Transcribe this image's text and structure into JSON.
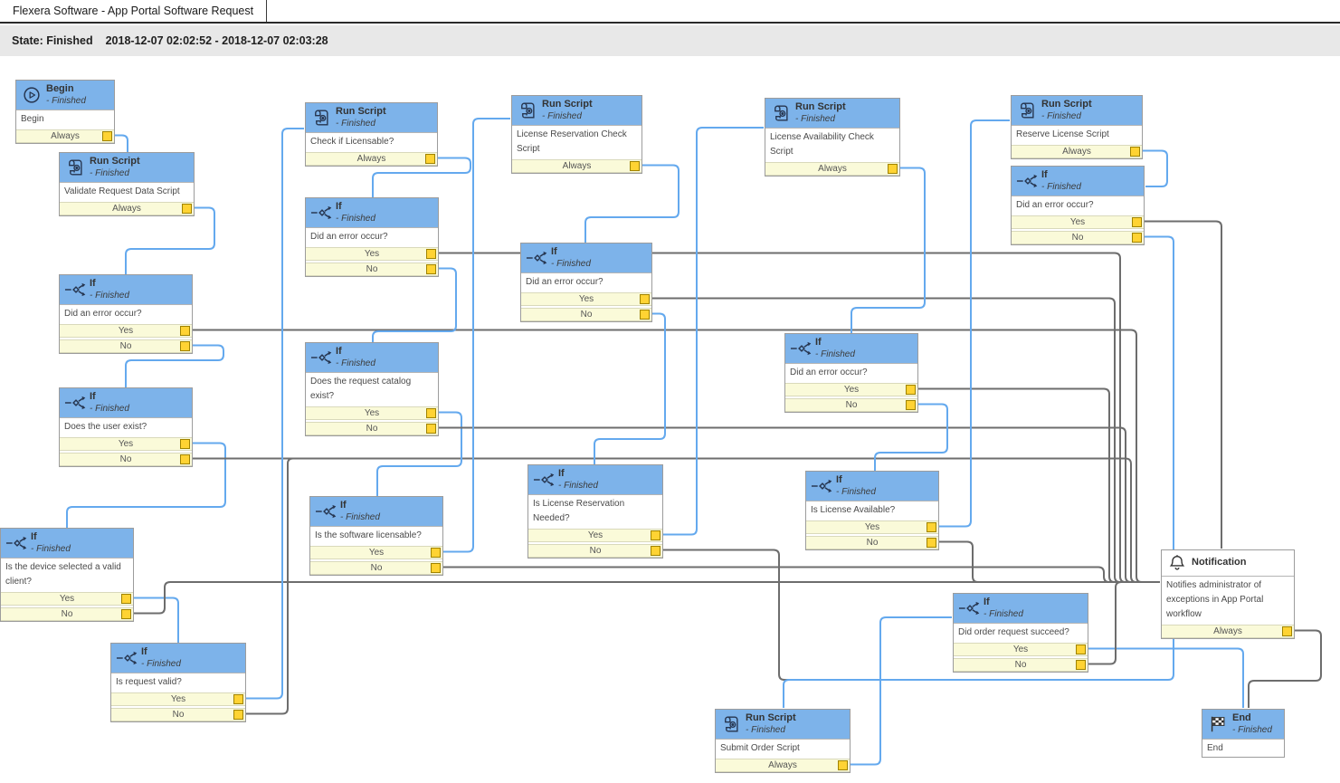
{
  "window": {
    "tab_title": "Flexera Software - App Portal Software Request",
    "state_label": "State: Finished",
    "time_range": "2018-12-07 02:02:52 - 2018-12-07 02:03:28"
  },
  "colors": {
    "executed_line": "#64a9ee",
    "skipped_line": "#6d6d6d",
    "node_header": "#7db3ea",
    "row_bg": "#fafad9",
    "port_fill": "#ffd333",
    "port_border": "#a08300"
  },
  "nodes": [
    {
      "id": "begin",
      "type": "begin",
      "icon": "play-circle-icon",
      "title": "Begin",
      "status": "- Finished",
      "body": "Begin",
      "outputs": [
        "Always"
      ]
    },
    {
      "id": "run-validate",
      "type": "script",
      "icon": "run-script-icon",
      "title": "Run Script",
      "status": "- Finished",
      "body": "Validate Request Data Script",
      "outputs": [
        "Always"
      ]
    },
    {
      "id": "if-error-1",
      "type": "if",
      "icon": "if-branch-icon",
      "title": "If",
      "status": "- Finished",
      "body": "Did an error occur?",
      "outputs": [
        "Yes",
        "No"
      ]
    },
    {
      "id": "if-user-exists",
      "type": "if",
      "icon": "if-branch-icon",
      "title": "If",
      "status": "- Finished",
      "body": "Does the user exist?",
      "outputs": [
        "Yes",
        "No"
      ]
    },
    {
      "id": "if-device-valid",
      "type": "if",
      "icon": "if-branch-icon",
      "title": "If",
      "status": "- Finished",
      "body": "Is the device selected a valid client?",
      "outputs": [
        "Yes",
        "No"
      ]
    },
    {
      "id": "if-request-valid",
      "type": "if",
      "icon": "if-branch-icon",
      "title": "If",
      "status": "- Finished",
      "body": "Is request valid?",
      "outputs": [
        "Yes",
        "No"
      ]
    },
    {
      "id": "run-check-licensable",
      "type": "script",
      "icon": "run-script-icon",
      "title": "Run Script",
      "status": "- Finished",
      "body": "Check if Licensable?",
      "outputs": [
        "Always"
      ]
    },
    {
      "id": "if-error-2",
      "type": "if",
      "icon": "if-branch-icon",
      "title": "If",
      "status": "- Finished",
      "body": "Did an error occur?",
      "outputs": [
        "Yes",
        "No"
      ]
    },
    {
      "id": "if-catalog-exists",
      "type": "if",
      "icon": "if-branch-icon",
      "title": "If",
      "status": "- Finished",
      "body": "Does the request catalog exist?",
      "outputs": [
        "Yes",
        "No"
      ]
    },
    {
      "id": "if-sw-licensable",
      "type": "if",
      "icon": "if-branch-icon",
      "title": "If",
      "status": "- Finished",
      "body": "Is the software licensable?",
      "outputs": [
        "Yes",
        "No"
      ]
    },
    {
      "id": "run-license-reservation",
      "type": "script",
      "icon": "run-script-icon",
      "title": "Run Script",
      "status": "- Finished",
      "body": "License Reservation Check Script",
      "outputs": [
        "Always"
      ]
    },
    {
      "id": "if-error-3",
      "type": "if",
      "icon": "if-branch-icon",
      "title": "If",
      "status": "- Finished",
      "body": "Did an error occur?",
      "outputs": [
        "Yes",
        "No"
      ]
    },
    {
      "id": "if-reservation-needed",
      "type": "if",
      "icon": "if-branch-icon",
      "title": "If",
      "status": "- Finished",
      "body": "Is License Reservation Needed?",
      "outputs": [
        "Yes",
        "No"
      ]
    },
    {
      "id": "run-license-availability",
      "type": "script",
      "icon": "run-script-icon",
      "title": "Run Script",
      "status": "- Finished",
      "body": "License Availability Check Script",
      "outputs": [
        "Always"
      ]
    },
    {
      "id": "if-error-4",
      "type": "if",
      "icon": "if-branch-icon",
      "title": "If",
      "status": "- Finished",
      "body": "Did an error occur?",
      "outputs": [
        "Yes",
        "No"
      ]
    },
    {
      "id": "if-license-available",
      "type": "if",
      "icon": "if-branch-icon",
      "title": "If",
      "status": "- Finished",
      "body": "Is License Available?",
      "outputs": [
        "Yes",
        "No"
      ]
    },
    {
      "id": "run-reserve-license",
      "type": "script",
      "icon": "run-script-icon",
      "title": "Run Script",
      "status": "- Finished",
      "body": "Reserve License Script",
      "outputs": [
        "Always"
      ]
    },
    {
      "id": "if-error-5",
      "type": "if",
      "icon": "if-branch-icon",
      "title": "If",
      "status": "- Finished",
      "body": "Did an error occur?",
      "outputs": [
        "Yes",
        "No"
      ]
    },
    {
      "id": "notification",
      "type": "notification",
      "icon": "bell-icon",
      "title": "Notification",
      "status": "",
      "body": "Notifies administrator of exceptions in App Portal workflow",
      "outputs": [
        "Always"
      ]
    },
    {
      "id": "if-order-succeed",
      "type": "if",
      "icon": "if-branch-icon",
      "title": "If",
      "status": "- Finished",
      "body": "Did order request succeed?",
      "outputs": [
        "Yes",
        "No"
      ]
    },
    {
      "id": "run-submit-order",
      "type": "script",
      "icon": "run-script-icon",
      "title": "Run Script",
      "status": "- Finished",
      "body": "Submit Order Script",
      "outputs": [
        "Always"
      ]
    },
    {
      "id": "end",
      "type": "end",
      "icon": "finish-flag-icon",
      "title": "End",
      "status": "- Finished",
      "body": "End",
      "outputs": []
    }
  ],
  "connections": [
    {
      "from": "begin",
      "output": "Always",
      "to": "run-validate",
      "executed": true
    },
    {
      "from": "run-validate",
      "output": "Always",
      "to": "if-error-1",
      "executed": true
    },
    {
      "from": "if-error-1",
      "output": "Yes",
      "to": "notification",
      "executed": false
    },
    {
      "from": "if-error-1",
      "output": "No",
      "to": "if-user-exists",
      "executed": true
    },
    {
      "from": "if-user-exists",
      "output": "Yes",
      "to": "if-device-valid",
      "executed": true
    },
    {
      "from": "if-user-exists",
      "output": "No",
      "to": "notification",
      "executed": false
    },
    {
      "from": "if-device-valid",
      "output": "Yes",
      "to": "if-request-valid",
      "executed": true
    },
    {
      "from": "if-device-valid",
      "output": "No",
      "to": "notification",
      "executed": false
    },
    {
      "from": "if-request-valid",
      "output": "Yes",
      "to": "run-check-licensable",
      "executed": true
    },
    {
      "from": "if-request-valid",
      "output": "No",
      "to": "notification",
      "executed": false
    },
    {
      "from": "run-check-licensable",
      "output": "Always",
      "to": "if-error-2",
      "executed": true
    },
    {
      "from": "if-error-2",
      "output": "Yes",
      "to": "notification",
      "executed": false
    },
    {
      "from": "if-error-2",
      "output": "No",
      "to": "if-catalog-exists",
      "executed": true
    },
    {
      "from": "if-catalog-exists",
      "output": "Yes",
      "to": "if-sw-licensable",
      "executed": true
    },
    {
      "from": "if-catalog-exists",
      "output": "No",
      "to": "notification",
      "executed": false
    },
    {
      "from": "if-sw-licensable",
      "output": "Yes",
      "to": "run-license-reservation",
      "executed": true
    },
    {
      "from": "if-sw-licensable",
      "output": "No",
      "to": "notification",
      "executed": false
    },
    {
      "from": "run-license-reservation",
      "output": "Always",
      "to": "if-error-3",
      "executed": true
    },
    {
      "from": "if-error-3",
      "output": "Yes",
      "to": "notification",
      "executed": false
    },
    {
      "from": "if-error-3",
      "output": "No",
      "to": "if-reservation-needed",
      "executed": true
    },
    {
      "from": "if-reservation-needed",
      "output": "Yes",
      "to": "run-license-availability",
      "executed": true
    },
    {
      "from": "if-reservation-needed",
      "output": "No",
      "to": "run-submit-order",
      "executed": false
    },
    {
      "from": "run-license-availability",
      "output": "Always",
      "to": "if-error-4",
      "executed": true
    },
    {
      "from": "if-error-4",
      "output": "Yes",
      "to": "notification",
      "executed": false
    },
    {
      "from": "if-error-4",
      "output": "No",
      "to": "if-license-available",
      "executed": true
    },
    {
      "from": "if-license-available",
      "output": "Yes",
      "to": "run-reserve-license",
      "executed": true
    },
    {
      "from": "if-license-available",
      "output": "No",
      "to": "notification",
      "executed": false
    },
    {
      "from": "run-reserve-license",
      "output": "Always",
      "to": "if-error-5",
      "executed": true
    },
    {
      "from": "if-error-5",
      "output": "Yes",
      "to": "notification",
      "executed": false
    },
    {
      "from": "if-error-5",
      "output": "No",
      "to": "run-submit-order",
      "executed": true
    },
    {
      "from": "run-submit-order",
      "output": "Always",
      "to": "if-order-succeed",
      "executed": true
    },
    {
      "from": "if-order-succeed",
      "output": "Yes",
      "to": "end",
      "executed": true
    },
    {
      "from": "if-order-succeed",
      "output": "No",
      "to": "notification",
      "executed": false
    },
    {
      "from": "notification",
      "output": "Always",
      "to": "end",
      "executed": false
    }
  ]
}
